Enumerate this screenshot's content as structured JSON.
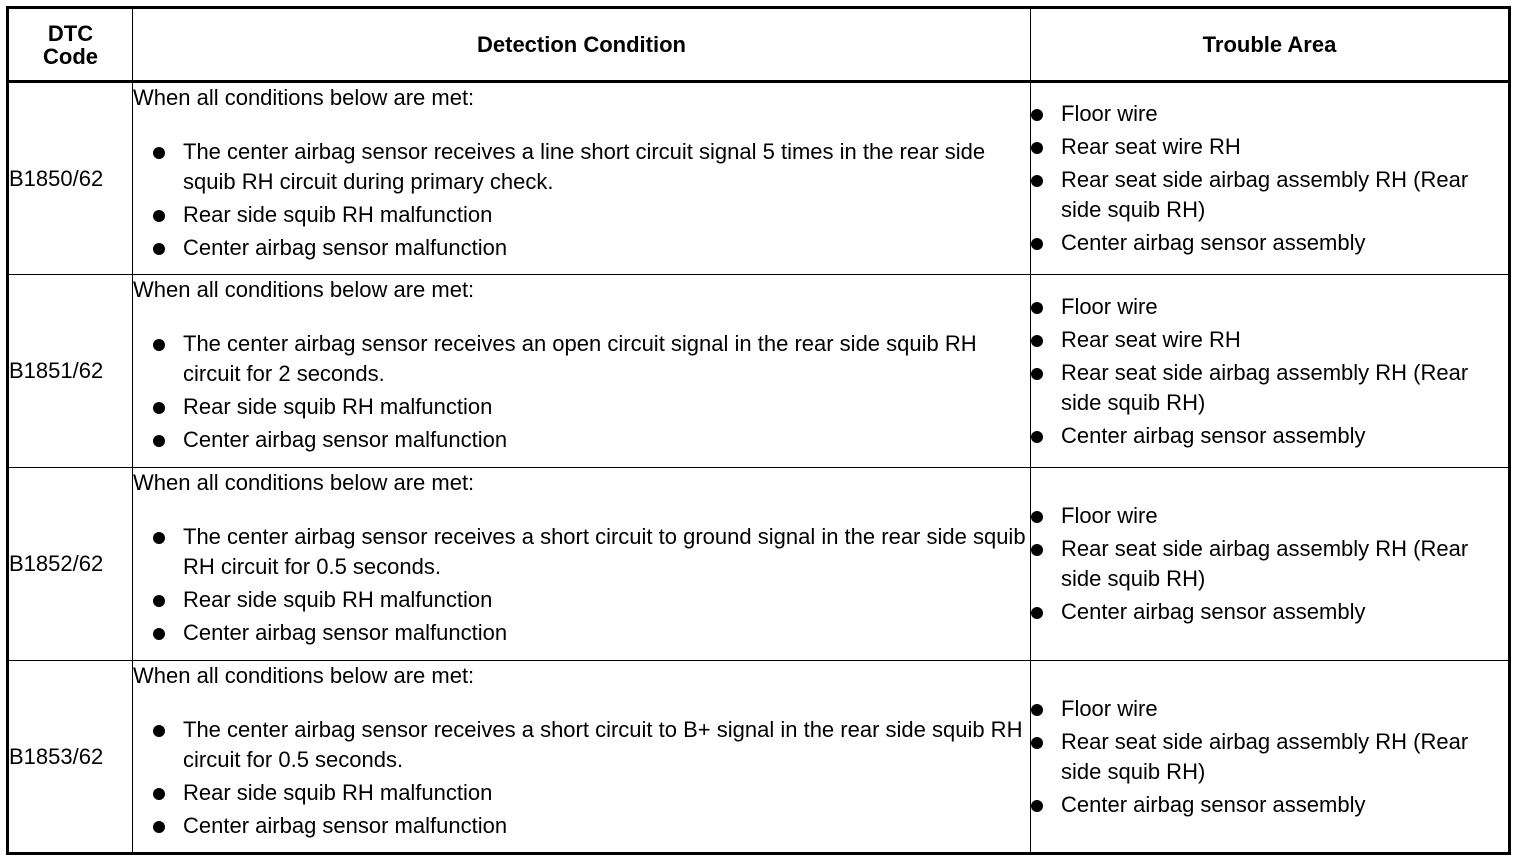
{
  "header": {
    "dtc_code": "DTC\nCode",
    "detection_condition": "Detection Condition",
    "trouble_area": "Trouble Area"
  },
  "rows": [
    {
      "code": "B1850/62",
      "intro": "When all conditions below are met:",
      "conditions": [
        "The center airbag sensor receives a line short circuit signal 5 times in the rear side squib RH circuit during primary check.",
        "Rear side squib RH malfunction",
        "Center airbag sensor malfunction"
      ],
      "areas": [
        "Floor wire",
        "Rear seat wire RH",
        "Rear seat side airbag assembly RH (Rear side squib RH)",
        "Center airbag sensor assembly"
      ]
    },
    {
      "code": "B1851/62",
      "intro": "When all conditions below are met:",
      "conditions": [
        "The center airbag sensor receives an open circuit signal in the rear side squib RH circuit for 2 seconds.",
        "Rear side squib RH malfunction",
        "Center airbag sensor malfunction"
      ],
      "areas": [
        "Floor wire",
        "Rear seat wire RH",
        "Rear seat side airbag assembly RH (Rear side squib RH)",
        "Center airbag sensor assembly"
      ]
    },
    {
      "code": "B1852/62",
      "intro": "When all conditions below are met:",
      "conditions": [
        "The center airbag sensor receives a short circuit to ground signal in the rear side squib RH circuit for 0.5 seconds.",
        "Rear side squib RH malfunction",
        "Center airbag sensor malfunction"
      ],
      "areas": [
        "Floor wire",
        "Rear seat side airbag assembly RH (Rear side squib RH)",
        "Center airbag sensor assembly"
      ]
    },
    {
      "code": "B1853/62",
      "intro": "When all conditions below are met:",
      "conditions": [
        "The center airbag sensor receives a short circuit to B+ signal in the rear side squib RH circuit for 0.5 seconds.",
        "Rear side squib RH malfunction",
        "Center airbag sensor malfunction"
      ],
      "areas": [
        "Floor wire",
        "Rear seat side airbag assembly RH (Rear side squib RH)",
        "Center airbag sensor assembly"
      ]
    }
  ]
}
